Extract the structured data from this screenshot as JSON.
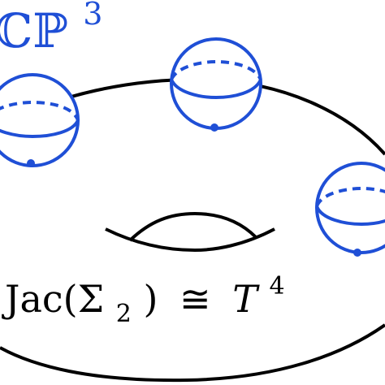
{
  "labels": {
    "fiber": {
      "base": "ℂℙ",
      "exponent": "3"
    },
    "base_space": {
      "jac": "Jac(Σ",
      "jac_subscript": "2",
      "jac_close": ")",
      "relation": "≅",
      "torus": "T",
      "torus_exponent": "4"
    }
  },
  "colors": {
    "torus_stroke": "#000000",
    "sphere_stroke": "#1f4fd6",
    "label_fiber": "#1f4fd6",
    "label_base": "#000000"
  }
}
